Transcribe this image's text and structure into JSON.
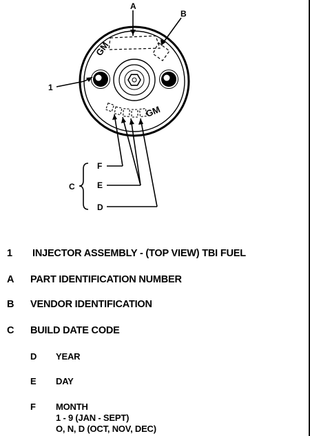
{
  "diagram": {
    "callouts": {
      "a": "A",
      "b": "B",
      "one": "1",
      "c": "C",
      "d": "D",
      "e": "E",
      "f": "F"
    },
    "logo_text": "GM"
  },
  "legend": {
    "items": [
      {
        "key": "1",
        "text": "INJECTOR ASSEMBLY - (TOP VIEW) TBI FUEL"
      },
      {
        "key": "A",
        "text": "PART IDENTIFICATION NUMBER"
      },
      {
        "key": "B",
        "text": "VENDOR IDENTIFICATION"
      },
      {
        "key": "C",
        "text": "BUILD DATE CODE"
      }
    ],
    "subitems": [
      {
        "key": "D",
        "text": "YEAR"
      },
      {
        "key": "E",
        "text": "DAY"
      },
      {
        "key": "F",
        "text": "MONTH",
        "detail_1": "1 - 9 (JAN - SEPT)",
        "detail_2": "O, N, D (OCT, NOV, DEC)"
      }
    ]
  }
}
